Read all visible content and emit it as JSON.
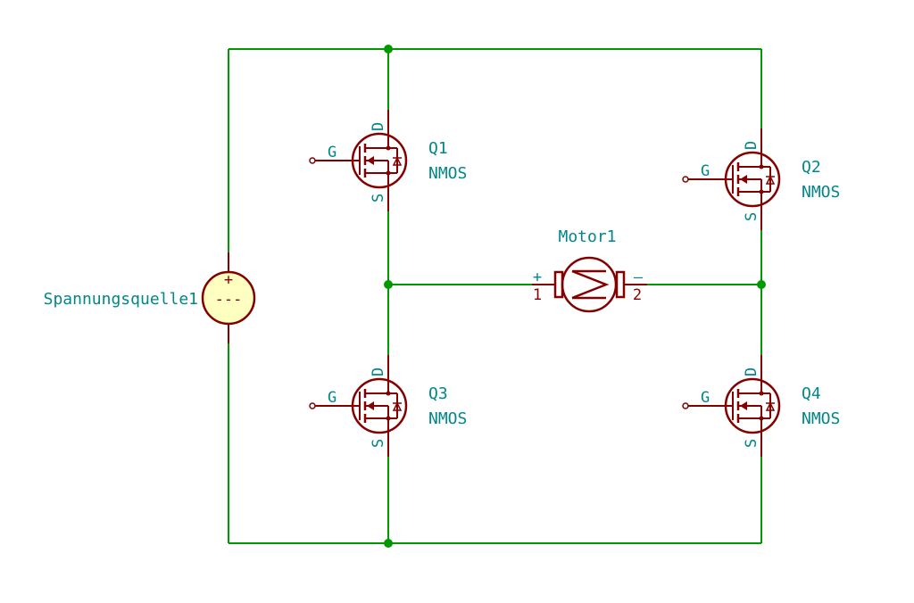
{
  "source": {
    "ref": "Spannungsquelle1",
    "plus": "+",
    "minus": "---"
  },
  "motor": {
    "ref": "Motor1",
    "pin1_sign": "+",
    "pin1_num": "1",
    "pin2_sign": "–",
    "pin2_num": "2"
  },
  "mosfets": [
    {
      "ref": "Q1",
      "value": "NMOS",
      "gate": "G",
      "drain": "D",
      "source": "S"
    },
    {
      "ref": "Q2",
      "value": "NMOS",
      "gate": "G",
      "drain": "D",
      "source": "S"
    },
    {
      "ref": "Q3",
      "value": "NMOS",
      "gate": "G",
      "drain": "D",
      "source": "S"
    },
    {
      "ref": "Q4",
      "value": "NMOS",
      "gate": "G",
      "drain": "D",
      "source": "S"
    }
  ],
  "colors": {
    "wire": "#009900",
    "component": "#840000",
    "text": "#00868b",
    "source_fill": "#ffffc2"
  }
}
